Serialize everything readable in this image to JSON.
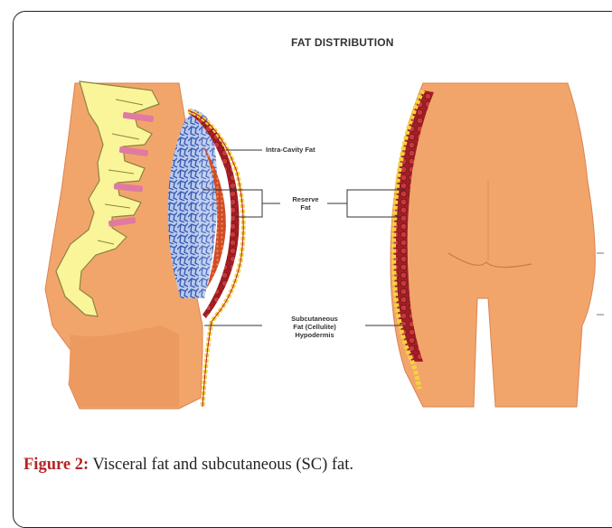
{
  "diagram": {
    "title": "FAT DISTRIBUTION",
    "labels": {
      "intra_cavity": "Intra-Cavity Fat",
      "reserve": "Reserve\nFat",
      "subcutaneous": "Subcutaneous\nFat (Cellulite)\nHypodermis"
    }
  },
  "caption": {
    "label": "Figure 2:",
    "text": " Visceral fat and subcutaneous (SC) fat."
  },
  "colors": {
    "skin": "#f2a56b",
    "spine_bone": "#fbf59a",
    "disc": "#e07aa0",
    "visceral_network": "#6a8fd4",
    "fat_cells": "#b8232a",
    "subcutaneous_layer": "#f6d33c",
    "caption_label": "#b52424"
  }
}
